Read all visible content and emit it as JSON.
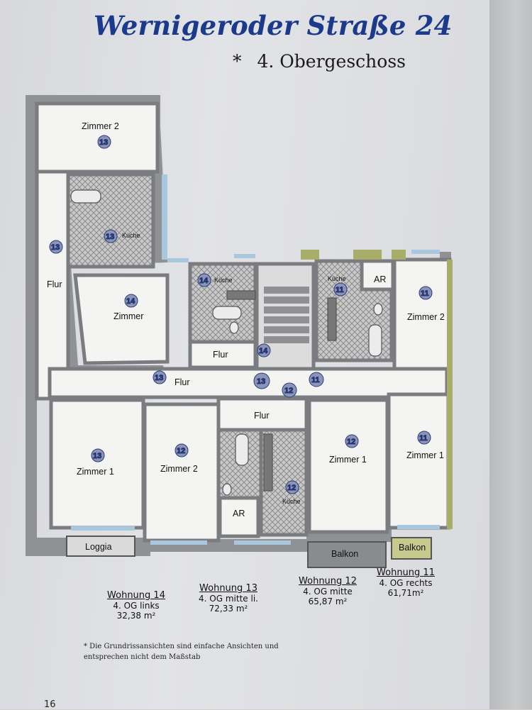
{
  "header": {
    "title": "Wernigeroder Straße 24",
    "floor_marker": "*",
    "floor": "4. Obergeschoss"
  },
  "plan": {
    "rooms": {
      "zimmer2_top": "Zimmer 2",
      "flur_left": "Flur",
      "zimmer_14": "Zimmer",
      "kueche_13": "Küche",
      "kueche_14": "Küche",
      "kueche_11": "Küche",
      "kueche_12": "Küche",
      "ar_11": "AR",
      "zimmer2_11": "Zimmer 2",
      "flur_14": "Flur",
      "flur_mid": "Flur",
      "flur_12": "Flur",
      "zimmer1_13": "Zimmer 1",
      "zimmer2_12": "Zimmer 2",
      "ar_12": "AR",
      "zimmer1_12": "Zimmer 1",
      "zimmer1_11": "Zimmer 1",
      "loggia": "Loggia",
      "balkon_12": "Balkon",
      "balkon_11": "Balkon"
    },
    "badges": {
      "b13_top": "13",
      "b13_kueche": "13",
      "b13_flur": "13",
      "b14_zimmer": "14",
      "b14_kueche": "14",
      "b14_flur": "14",
      "b11_kueche": "11",
      "b11_zimmer2": "11",
      "b13_corridor": "13",
      "b13_stairs": "13",
      "b11_corridor": "11",
      "b12_corridor": "12",
      "b13_zimmer1": "13",
      "b12_zimmer2": "12",
      "b12_zimmer1": "12",
      "b12_kueche": "12",
      "b11_zimmer1": "11"
    }
  },
  "apartments": [
    {
      "name": "Wohnung 14",
      "floor": "4. OG links",
      "area": "32,38 m²"
    },
    {
      "name": "Wohnung 13",
      "floor": "4. OG mitte li.",
      "area": "72,33 m²"
    },
    {
      "name": "Wohnung 12",
      "floor": "4. OG mitte",
      "area": "65,87 m²"
    },
    {
      "name": "Wohnung 11",
      "floor": "4. OG rechts",
      "area": "61,71m²"
    }
  ],
  "footnote": "* Die Grundrissansichten sind einfache Ansichten und entsprechen nicht dem Maßstab",
  "page_number": "16"
}
